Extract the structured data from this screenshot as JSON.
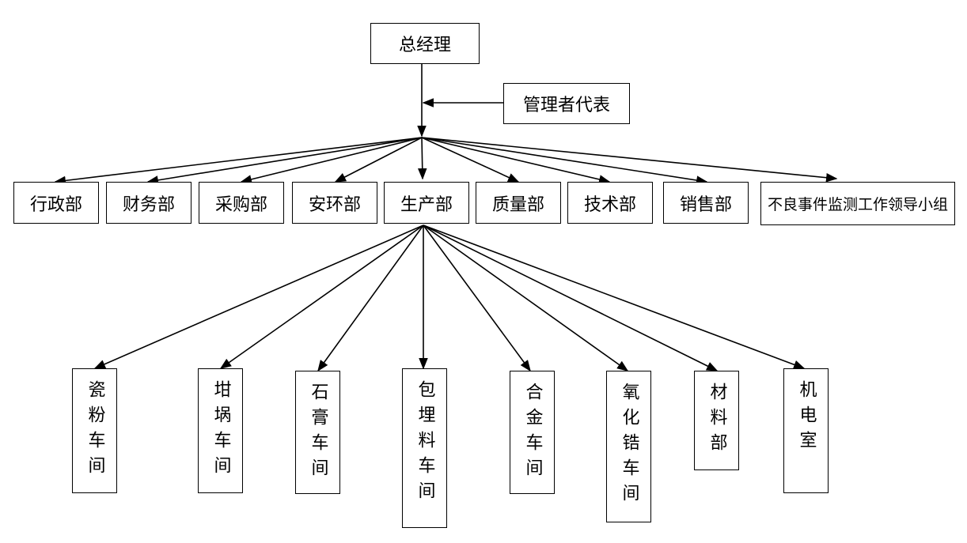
{
  "nodes": {
    "general_manager": "总经理",
    "management_rep": "管理者代表",
    "departments": [
      "行政部",
      "财务部",
      "采购部",
      "安环部",
      "生产部",
      "质量部",
      "技术部",
      "销售部",
      "不良事件监测工作领导小组"
    ],
    "workshops": [
      "瓷粉车间",
      "坩埚车间",
      "石膏车间",
      "包埋料车间",
      "合金车间",
      "氧化锆车间",
      "材料部",
      "机电室"
    ]
  },
  "line_color": "#000000"
}
